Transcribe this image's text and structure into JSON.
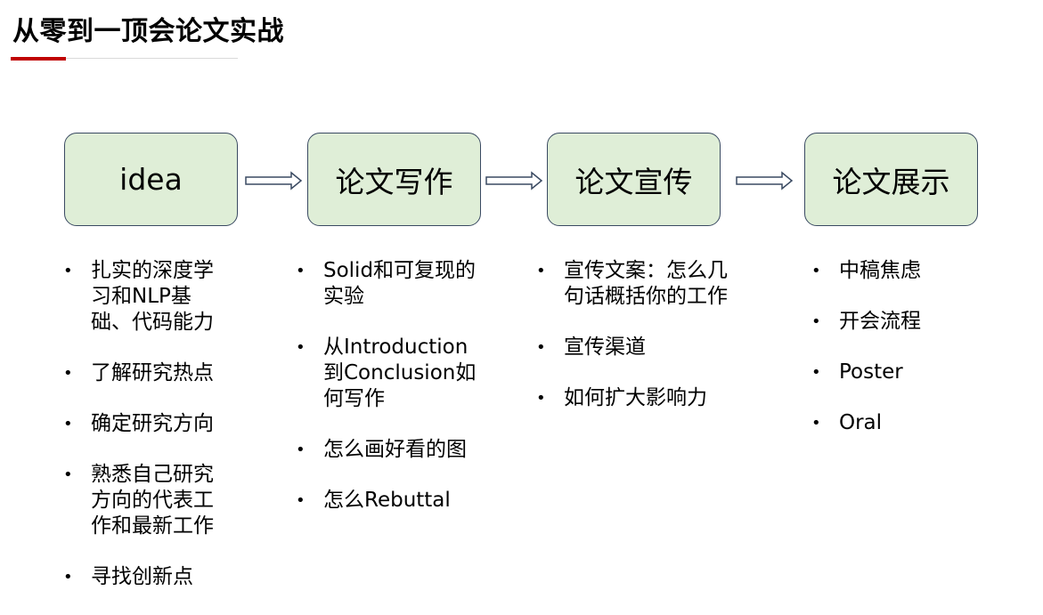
{
  "slide": {
    "title": "从零到一顶会论文实战"
  },
  "stages": [
    {
      "label": "idea",
      "items": [
        "扎实的深度学习和NLP基础、代码能力",
        "了解研究热点",
        "确定研究方向",
        "熟悉自己研究方向的代表工作和最新工作",
        "寻找创新点"
      ]
    },
    {
      "label": "论文写作",
      "items": [
        "Solid和可复现的实验",
        "从Introduction到Conclusion如何写作",
        "怎么画好看的图",
        "怎么Rebuttal"
      ]
    },
    {
      "label": "论文宣传",
      "items": [
        "宣传文案：怎么几句话概括你的工作",
        "宣传渠道",
        "如何扩大影响力"
      ]
    },
    {
      "label": "论文展示",
      "items": [
        "中稿焦虑",
        "开会流程",
        "Poster",
        "Oral"
      ]
    }
  ],
  "colors": {
    "accent": "#c00000",
    "box_fill": "#dfeed7",
    "box_border": "#3a4a62"
  }
}
